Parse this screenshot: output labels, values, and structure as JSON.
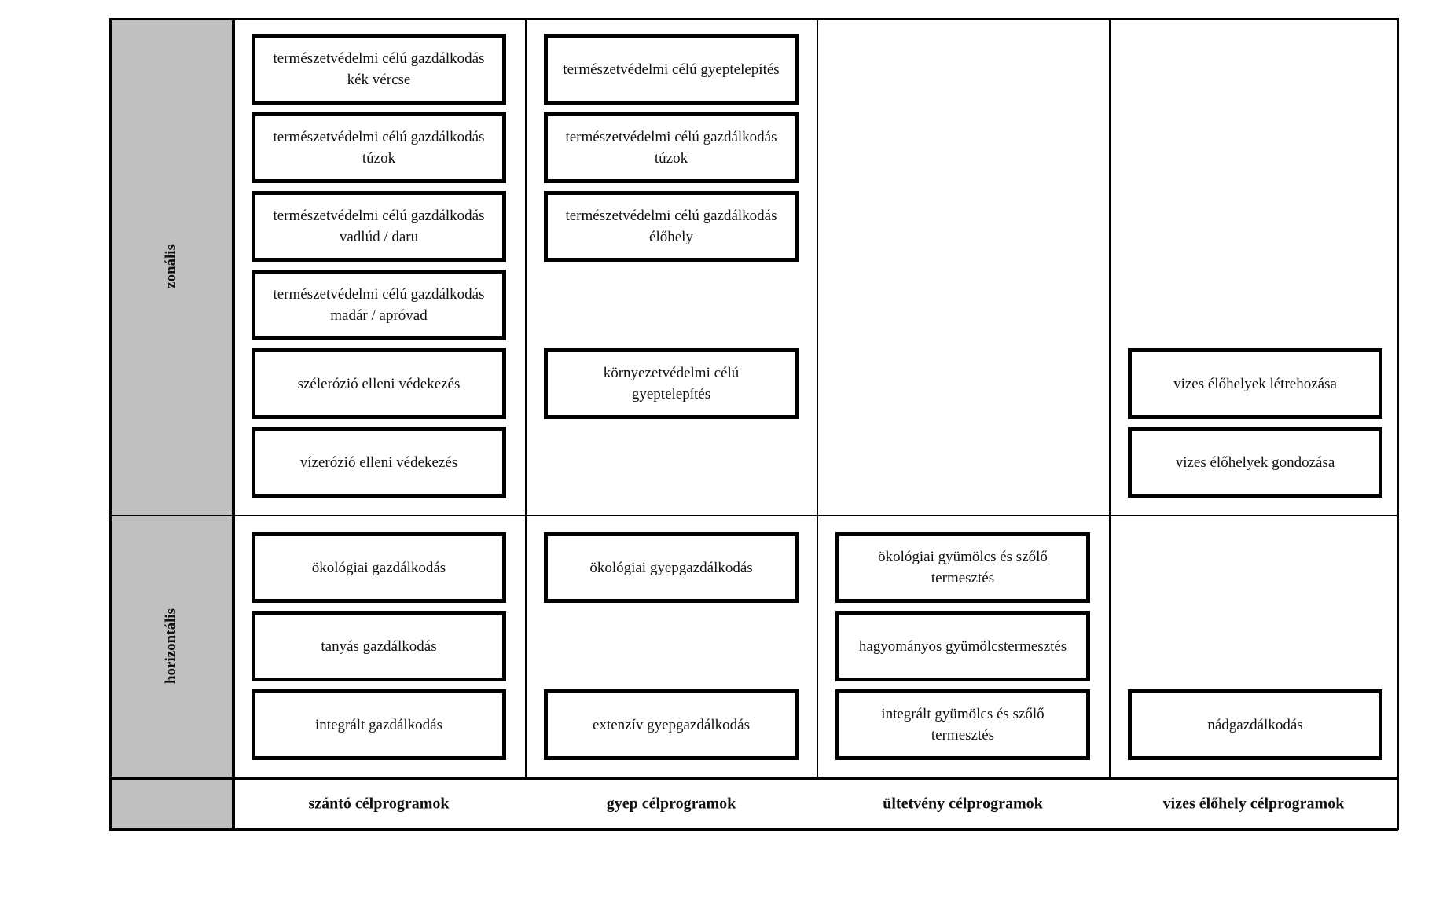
{
  "rows": [
    {
      "id": "zonalis",
      "label": "zonális"
    },
    {
      "id": "horizontalis",
      "label": "horizontális"
    }
  ],
  "columns": [
    {
      "id": "szanto",
      "label": "szántó célprogramok"
    },
    {
      "id": "gyep",
      "label": "gyep célprogramok"
    },
    {
      "id": "ultetveny",
      "label": "ültetvény célprogramok"
    },
    {
      "id": "vizes",
      "label": "vizes élőhely célprogramok"
    }
  ],
  "programs": [
    {
      "row": 0,
      "col": 0,
      "slot": 0,
      "text": "természetvédelmi célú gazdálkodás\nkék vércse"
    },
    {
      "row": 0,
      "col": 0,
      "slot": 1,
      "text": "természetvédelmi célú gazdálkodás\ntúzok"
    },
    {
      "row": 0,
      "col": 0,
      "slot": 2,
      "text": "természetvédelmi célú gazdálkodás\nvadlúd / daru"
    },
    {
      "row": 0,
      "col": 0,
      "slot": 3,
      "text": "természetvédelmi célú gazdálkodás\nmadár / apróvad"
    },
    {
      "row": 0,
      "col": 0,
      "slot": 4,
      "text": "szélerózió elleni védekezés"
    },
    {
      "row": 0,
      "col": 0,
      "slot": 5,
      "text": "vízerózió elleni védekezés"
    },
    {
      "row": 0,
      "col": 1,
      "slot": 0,
      "text": "természetvédelmi célú gyeptelepítés"
    },
    {
      "row": 0,
      "col": 1,
      "slot": 1,
      "text": "természetvédelmi célú gazdálkodás\ntúzok"
    },
    {
      "row": 0,
      "col": 1,
      "slot": 2,
      "text": "természetvédelmi célú gazdálkodás\nélőhely"
    },
    {
      "row": 0,
      "col": 1,
      "slot": 4,
      "text": "környezetvédelmi célú\ngyeptelepítés"
    },
    {
      "row": 0,
      "col": 3,
      "slot": 4,
      "text": "vizes élőhelyek létrehozása"
    },
    {
      "row": 0,
      "col": 3,
      "slot": 5,
      "text": "vizes élőhelyek gondozása"
    },
    {
      "row": 1,
      "col": 0,
      "slot": 0,
      "text": "ökológiai gazdálkodás"
    },
    {
      "row": 1,
      "col": 0,
      "slot": 1,
      "text": "tanyás gazdálkodás"
    },
    {
      "row": 1,
      "col": 0,
      "slot": 2,
      "text": "integrált gazdálkodás"
    },
    {
      "row": 1,
      "col": 1,
      "slot": 0,
      "text": "ökológiai gyepgazdálkodás"
    },
    {
      "row": 1,
      "col": 1,
      "slot": 2,
      "text": "extenzív gyepgazdálkodás"
    },
    {
      "row": 1,
      "col": 2,
      "slot": 0,
      "text": "ökológiai gyümölcs és szőlő\ntermesztés"
    },
    {
      "row": 1,
      "col": 2,
      "slot": 1,
      "text": "hagyományos gyümölcstermesztés"
    },
    {
      "row": 1,
      "col": 2,
      "slot": 2,
      "text": "integrált gyümölcs és szőlő\ntermesztés"
    },
    {
      "row": 1,
      "col": 3,
      "slot": 2,
      "text": "nádgazdálkodás"
    }
  ]
}
